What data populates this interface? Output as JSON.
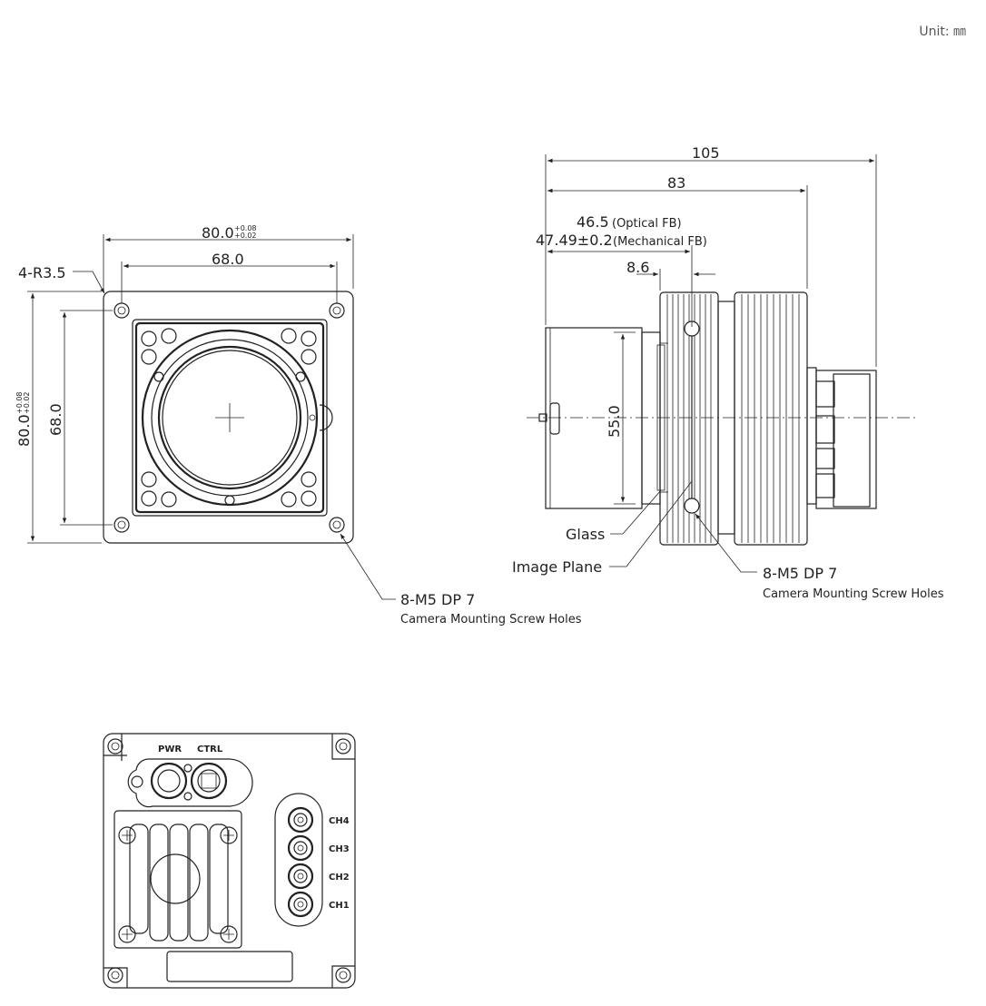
{
  "unit": "Unit: ㎜",
  "front_view": {
    "width_dim": "80.0",
    "width_tol_upper": "+0.08",
    "width_tol_lower": "+0.02",
    "hole_pitch_h": "68.0",
    "height_dim": "80.0",
    "height_tol_upper": "+0.08",
    "height_tol_lower": "+0.02",
    "hole_pitch_v": "68.0",
    "corner_radius": "4-R3.5",
    "screw_label": "8-M5 DP 7",
    "screw_desc": "Camera Mounting Screw Holes"
  },
  "side_view": {
    "total_length": "105",
    "body_length": "83",
    "optical_fb": "46.5",
    "optical_fb_note": "(Optical FB)",
    "mech_fb": "47.49±0.2",
    "mech_fb_note": "(Mechanical FB)",
    "flange_dim": "8.6",
    "mount_dia": "55.0",
    "glass_label": "Glass",
    "image_plane_label": "Image Plane",
    "screw_label": "8-M5 DP 7",
    "screw_desc": "Camera Mounting Screw Holes"
  },
  "rear_view": {
    "pwr_label": "PWR",
    "ctrl_label": "CTRL",
    "channels": [
      "CH4",
      "CH3",
      "CH2",
      "CH1"
    ]
  }
}
